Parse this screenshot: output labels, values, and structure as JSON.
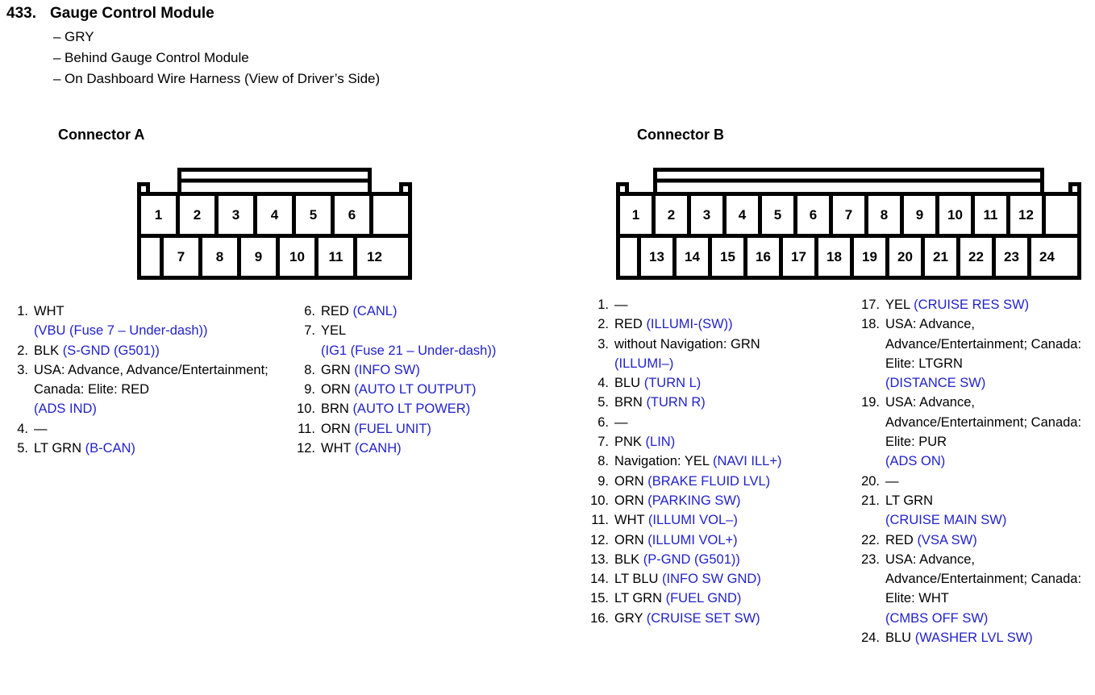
{
  "header": {
    "number": "433.",
    "title": "Gauge Control Module",
    "details": [
      "GRY",
      "Behind Gauge Control Module",
      "On Dashboard Wire Harness (View of Driver’s Side)"
    ]
  },
  "colors": {
    "signal_blue": "#2222cc",
    "text_black": "#000000",
    "background": "#ffffff"
  },
  "connectors": [
    {
      "id": "A",
      "heading": "Connector A",
      "diagram": {
        "top_row": [
          "1",
          "2",
          "3",
          "4",
          "5",
          "6",
          ""
        ],
        "bottom_row": [
          "",
          "7",
          "8",
          "9",
          "10",
          "11",
          "12"
        ],
        "cell_count": 12
      },
      "columns": [
        {
          "id": "connA-col1",
          "pins": [
            {
              "num": "1.",
              "wire": "WHT",
              "signal": "(VBU (Fuse 7 – Under-dash))",
              "break_before_signal": true
            },
            {
              "num": "2.",
              "wire": "BLK",
              "signal": "(S-GND (G501))",
              "break_before_signal": false
            },
            {
              "num": "3.",
              "wire": "USA: Advance, Advance/Entertainment; Canada: Elite: RED",
              "signal": "(ADS IND)",
              "break_before_signal": true
            },
            {
              "num": "4.",
              "wire": "—",
              "signal": "",
              "break_before_signal": false
            },
            {
              "num": "5.",
              "wire": "LT GRN",
              "signal": "(B-CAN)",
              "break_before_signal": false
            }
          ]
        },
        {
          "id": "connA-col2",
          "pins": [
            {
              "num": "6.",
              "wire": "RED",
              "signal": "(CANL)",
              "break_before_signal": false
            },
            {
              "num": "7.",
              "wire": "YEL",
              "signal": "(IG1 (Fuse 21 – Under-dash))",
              "break_before_signal": true
            },
            {
              "num": "8.",
              "wire": "GRN",
              "signal": "(INFO SW)",
              "break_before_signal": false
            },
            {
              "num": "9.",
              "wire": "ORN",
              "signal": "(AUTO LT OUTPUT)",
              "break_before_signal": false
            },
            {
              "num": "10.",
              "wire": "BRN",
              "signal": "(AUTO LT POWER)",
              "break_before_signal": false
            },
            {
              "num": "11.",
              "wire": "ORN",
              "signal": "(FUEL UNIT)",
              "break_before_signal": false
            },
            {
              "num": "12.",
              "wire": "WHT",
              "signal": "(CANH)",
              "break_before_signal": false
            }
          ]
        }
      ]
    },
    {
      "id": "B",
      "heading": "Connector B",
      "diagram": {
        "top_row": [
          "1",
          "2",
          "3",
          "4",
          "5",
          "6",
          "7",
          "8",
          "9",
          "10",
          "11",
          "12",
          ""
        ],
        "bottom_row": [
          "",
          "13",
          "14",
          "15",
          "16",
          "17",
          "18",
          "19",
          "20",
          "21",
          "22",
          "23",
          "24"
        ],
        "cell_count": 24
      },
      "columns": [
        {
          "id": "connB-col1",
          "pins": [
            {
              "num": "1.",
              "wire": "—",
              "signal": "",
              "break_before_signal": false
            },
            {
              "num": "2.",
              "wire": "RED",
              "signal": "(ILLUMI-(SW))",
              "break_before_signal": false
            },
            {
              "num": "3.",
              "wire": "without Navigation: GRN",
              "signal": "(ILLUMI–)",
              "break_before_signal": true
            },
            {
              "num": "4.",
              "wire": "BLU",
              "signal": "(TURN L)",
              "break_before_signal": false
            },
            {
              "num": "5.",
              "wire": "BRN",
              "signal": "(TURN R)",
              "break_before_signal": false
            },
            {
              "num": "6.",
              "wire": "—",
              "signal": "",
              "break_before_signal": false
            },
            {
              "num": "7.",
              "wire": "PNK",
              "signal": "(LIN)",
              "break_before_signal": false
            },
            {
              "num": "8.",
              "wire": "Navigation: YEL",
              "signal": "(NAVI ILL+)",
              "break_before_signal": false
            },
            {
              "num": "9.",
              "wire": "ORN",
              "signal": "(BRAKE FLUID LVL)",
              "break_before_signal": false
            },
            {
              "num": "10.",
              "wire": "ORN",
              "signal": "(PARKING SW)",
              "break_before_signal": false
            },
            {
              "num": "11.",
              "wire": "WHT",
              "signal": "(ILLUMI VOL–)",
              "break_before_signal": false
            },
            {
              "num": "12.",
              "wire": "ORN",
              "signal": "(ILLUMI VOL+)",
              "break_before_signal": false
            },
            {
              "num": "13.",
              "wire": "BLK",
              "signal": "(P-GND (G501))",
              "break_before_signal": false
            },
            {
              "num": "14.",
              "wire": "LT BLU",
              "signal": "(INFO SW GND)",
              "break_before_signal": false
            },
            {
              "num": "15.",
              "wire": "LT GRN",
              "signal": "(FUEL GND)",
              "break_before_signal": false
            },
            {
              "num": "16.",
              "wire": "GRY",
              "signal": "(CRUISE SET SW)",
              "break_before_signal": false
            }
          ]
        },
        {
          "id": "connB-col2",
          "pins": [
            {
              "num": "17.",
              "wire": "YEL",
              "signal": "(CRUISE RES SW)",
              "break_before_signal": false
            },
            {
              "num": "18.",
              "wire": "USA: Advance, Advance/Entertainment; Canada: Elite: LTGRN",
              "signal": "(DISTANCE SW)",
              "break_before_signal": true
            },
            {
              "num": "19.",
              "wire": "USA: Advance, Advance/Entertainment; Canada: Elite: PUR",
              "signal": "(ADS ON)",
              "break_before_signal": true
            },
            {
              "num": "20.",
              "wire": "—",
              "signal": "",
              "break_before_signal": false
            },
            {
              "num": "21.",
              "wire": "LT GRN",
              "signal": "(CRUISE MAIN SW)",
              "break_before_signal": true
            },
            {
              "num": "22.",
              "wire": "RED",
              "signal": "(VSA SW)",
              "break_before_signal": false
            },
            {
              "num": "23.",
              "wire": "USA: Advance, Advance/Entertainment; Canada: Elite: WHT",
              "signal": "(CMBS OFF SW)",
              "break_before_signal": true
            },
            {
              "num": "24.",
              "wire": "BLU",
              "signal": "(WASHER LVL SW)",
              "break_before_signal": false
            }
          ]
        }
      ]
    }
  ]
}
